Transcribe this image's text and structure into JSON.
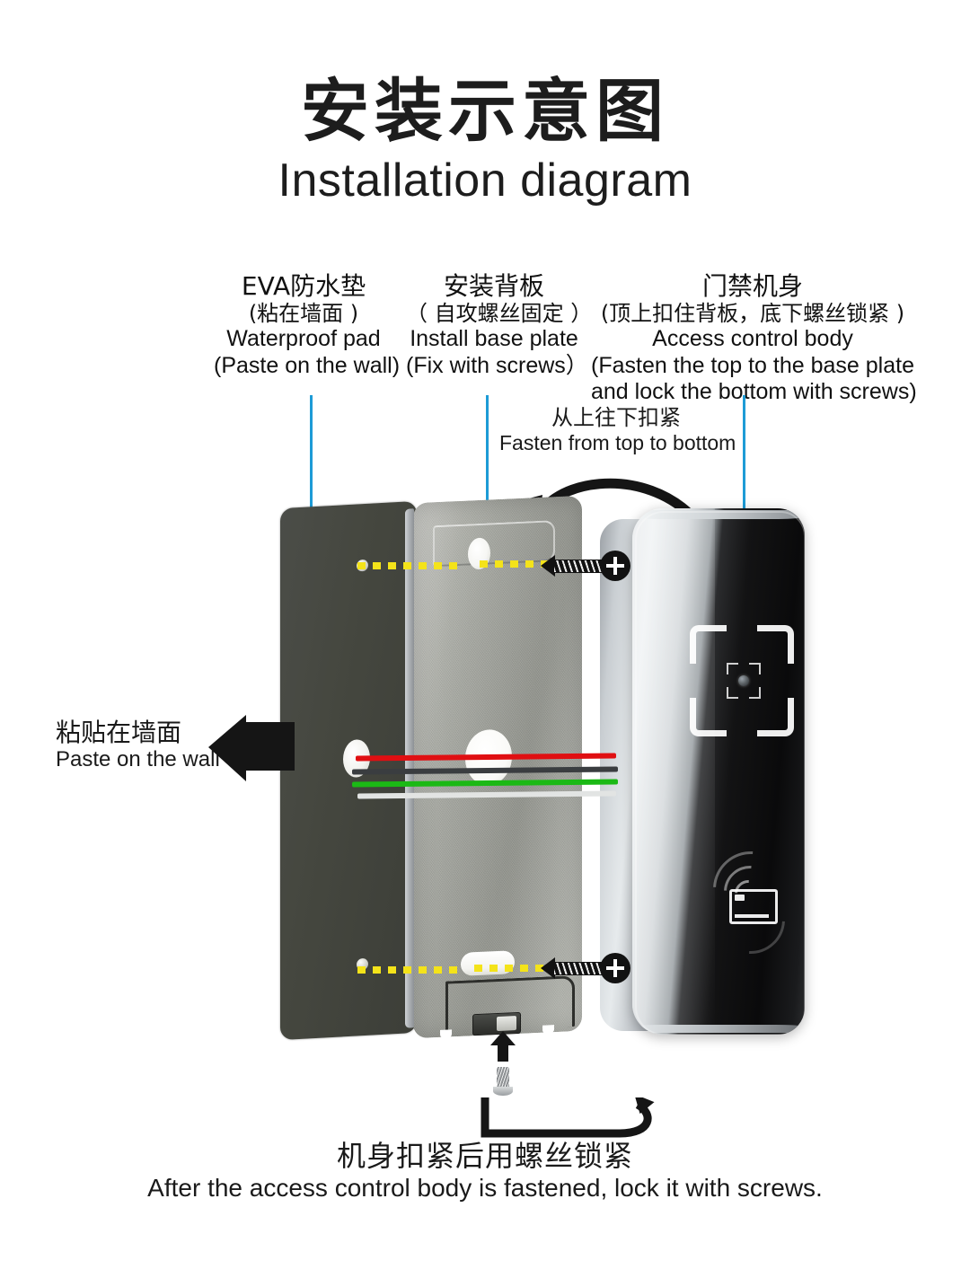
{
  "title": {
    "cn": "安装示意图",
    "en": "Installation diagram"
  },
  "colors": {
    "leader": "#1d9bd6",
    "dash": "#f4e31a",
    "wire_red": "#e00f12",
    "wire_black": "#3a3d40",
    "wire_green": "#1bb915",
    "ink": "#1a1a1a"
  },
  "callouts": {
    "pad": {
      "cn_main": "EVA防水垫",
      "cn_sub": "(粘在墙面 )",
      "en_line1": "Waterproof pad",
      "en_line2": "(Paste on the wall)"
    },
    "plate": {
      "cn_main": "安装背板",
      "cn_sub": "（ 自攻螺丝固定 ）",
      "en_line1": "Install base plate",
      "en_line2": "(Fix with screws）"
    },
    "body": {
      "cn_main": "门禁机身",
      "cn_sub": "(顶上扣住背板，底下螺丝锁紧 )",
      "en_line1": "Access control body",
      "en_line2": "(Fasten the top to the base plate",
      "en_line3": "and lock the bottom with screws)"
    }
  },
  "notes": {
    "fasten": {
      "cn": "从上往下扣紧",
      "en": "Fasten from top to bottom"
    },
    "wall": {
      "cn": "粘贴在墙面",
      "en": "Paste on the wall"
    }
  },
  "caption": {
    "cn": "机身扣紧后用螺丝锁紧",
    "en": "After the access control body is fastened, lock it with screws."
  },
  "parts": {
    "eva_pad_label": "EVA waterproof pad",
    "base_plate_label": "Install base plate",
    "device_label": "Access control body",
    "screw_label": "Self-tapping screw",
    "bolt_label": "Locking screw"
  }
}
